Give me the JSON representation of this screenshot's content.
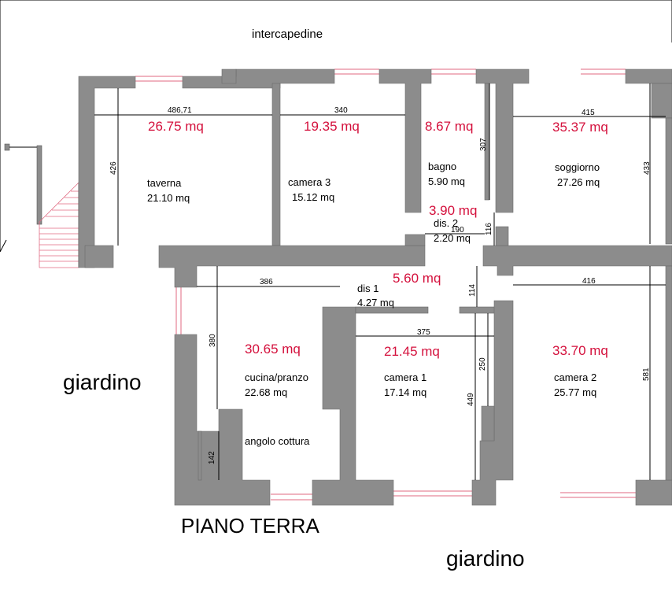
{
  "title": "PIANO TERRA",
  "labels": {
    "intercapedine": "intercapedine",
    "garden_left": "giardino",
    "garden_bottom": "giardino"
  },
  "rooms": {
    "taverna": {
      "name": "taverna",
      "area": "21.10 mq",
      "gross": "26.75 mq"
    },
    "camera3": {
      "name": "camera 3",
      "area": "15.12 mq",
      "gross": "19.35 mq"
    },
    "bagno": {
      "name": "bagno",
      "area": "5.90 mq",
      "gross": "8.67 mq"
    },
    "soggiorno": {
      "name": "soggiorno",
      "area": "27.26 mq",
      "gross": "35.37 mq"
    },
    "dis2": {
      "name": "dis. 2",
      "area": "2.20 mq",
      "gross": "3.90 mq"
    },
    "dis1": {
      "name": "dis 1",
      "area": "4.27 mq",
      "gross": "5.60 mq"
    },
    "cucina": {
      "name": "cucina/pranzo",
      "area": "22.68 mq",
      "gross": "30.65 mq",
      "sub": "angolo cottura"
    },
    "camera1": {
      "name": "camera 1",
      "area": "17.14 mq",
      "gross": "21.45 mq"
    },
    "camera2": {
      "name": "camera 2",
      "area": "25.77 mq",
      "gross": "33.70 mq"
    }
  },
  "dimensions": {
    "d486": "486,71",
    "d340": "340",
    "d415": "415",
    "d426": "426",
    "d307": "307",
    "d433": "433",
    "d190": "190",
    "d116": "116",
    "d386": "386",
    "d416": "416",
    "d114": "114",
    "d380": "380",
    "d375": "375",
    "d250": "250",
    "d449": "449",
    "d581": "581",
    "d142": "142"
  },
  "colors": {
    "wall": "#8c8c8c",
    "gross_area_text": "#d4103c",
    "window": "#e06a82"
  }
}
